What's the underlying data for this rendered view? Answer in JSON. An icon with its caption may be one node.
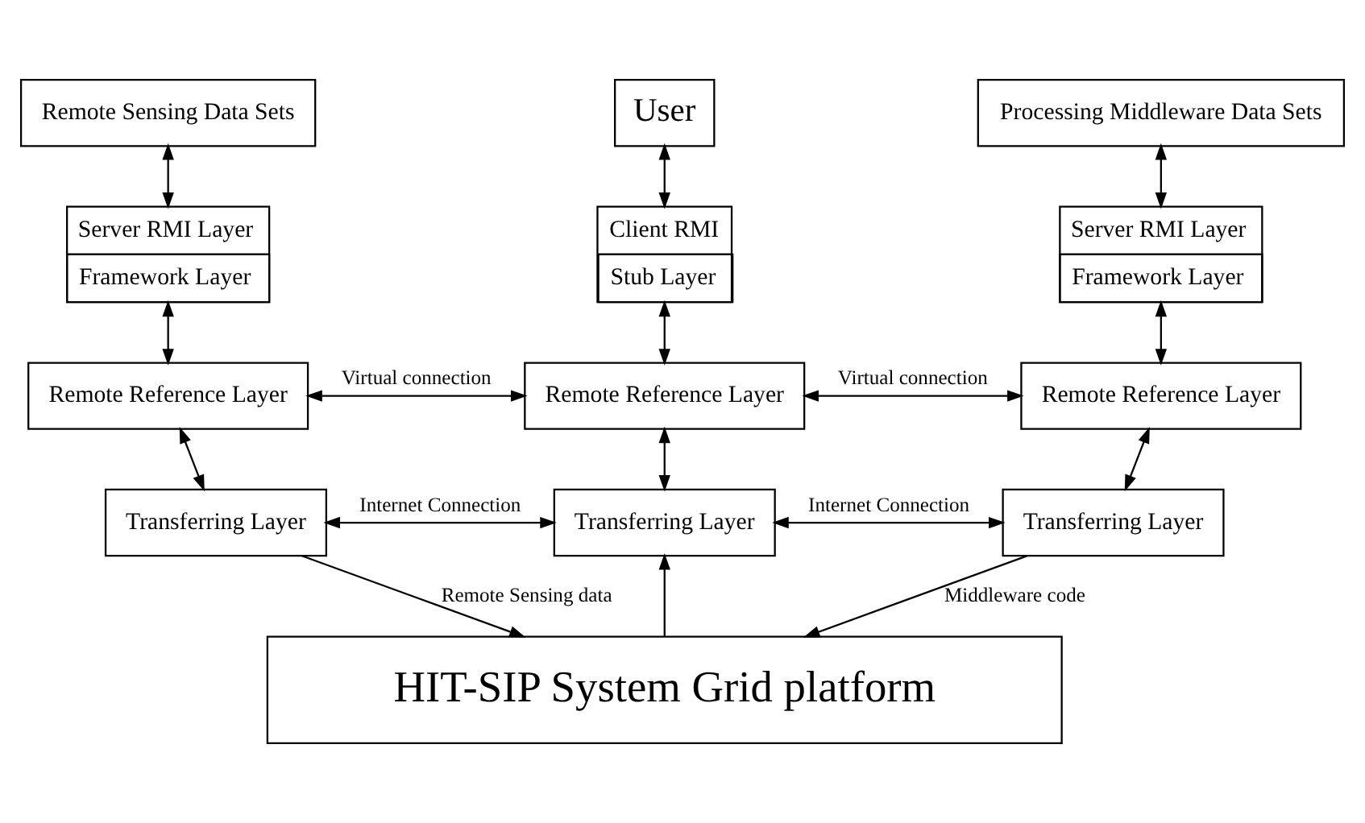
{
  "diagram": {
    "nodes": [
      {
        "text": [
          "Remote Sensing Data Sets"
        ]
      },
      {
        "text": [
          "User"
        ]
      },
      {
        "text": [
          "Processing Middleware Data Sets"
        ]
      },
      {
        "text": [
          "Server RMI Layer",
          "Framework Layer"
        ]
      },
      {
        "text": [
          "Client RMI",
          "Stub Layer"
        ]
      },
      {
        "text": [
          "Server RMI Layer",
          "Framework Layer"
        ]
      },
      {
        "text": [
          "Remote Reference Layer"
        ]
      },
      {
        "text": [
          "Remote Reference Layer"
        ]
      },
      {
        "text": [
          "Remote Reference Layer"
        ]
      },
      {
        "text": [
          "Transferring Layer"
        ]
      },
      {
        "text": [
          "Transferring Layer"
        ]
      },
      {
        "text": [
          "Transferring Layer"
        ]
      },
      {
        "text": [
          "HIT-SIP System Grid platform"
        ]
      }
    ],
    "edges": [
      {
        "from": 0,
        "to": 3,
        "arrow": "both"
      },
      {
        "from": 1,
        "to": 4,
        "arrow": "both"
      },
      {
        "from": 2,
        "to": 5,
        "arrow": "both"
      },
      {
        "from": 3,
        "to": 6,
        "arrow": "both"
      },
      {
        "from": 4,
        "to": 7,
        "arrow": "both"
      },
      {
        "from": 5,
        "to": 8,
        "arrow": "both"
      },
      {
        "from": 6,
        "to": 7,
        "arrow": "both",
        "label": "Virtual connection"
      },
      {
        "from": 7,
        "to": 8,
        "arrow": "both",
        "label": "Virtual connection"
      },
      {
        "from": 6,
        "to": 9,
        "arrow": "both"
      },
      {
        "from": 7,
        "to": 10,
        "arrow": "both"
      },
      {
        "from": 8,
        "to": 11,
        "arrow": "both"
      },
      {
        "from": 9,
        "to": 10,
        "arrow": "both",
        "label": "Internet Connection"
      },
      {
        "from": 10,
        "to": 11,
        "arrow": "both",
        "label": "Internet Connection"
      },
      {
        "from": 9,
        "to": 12,
        "arrow": "to",
        "label": "Remote Sensing data"
      },
      {
        "from": 12,
        "to": 10,
        "arrow": "to"
      },
      {
        "from": 11,
        "to": 12,
        "arrow": "to",
        "label": "Middleware code"
      }
    ]
  }
}
